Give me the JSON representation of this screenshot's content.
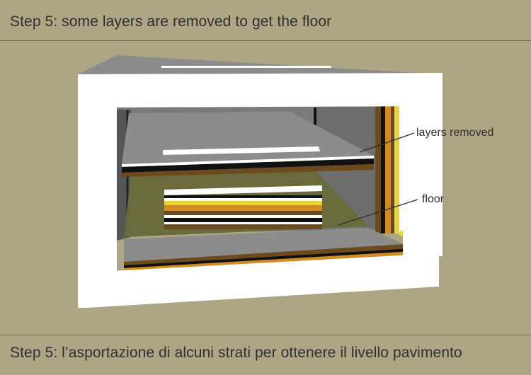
{
  "captions": {
    "top": "Step 5: some layers are removed to get the floor",
    "bottom": "Step 5: l’asportazione di alcuni strati per ottenere il livello pavimento"
  },
  "labels": {
    "layers_removed": "layers removed",
    "floor": "floor"
  },
  "colors": {
    "background": "#ada685",
    "shell": "#ffffff",
    "plate": "#8c8c8c",
    "interior_wall": "#7a7a7a",
    "floor_surface": "#6b6a3c",
    "layer_brown": "#6b4a1e",
    "layer_orange": "#d48a1c",
    "layer_yellow": "#e9d43a",
    "layer_black": "#111111"
  }
}
